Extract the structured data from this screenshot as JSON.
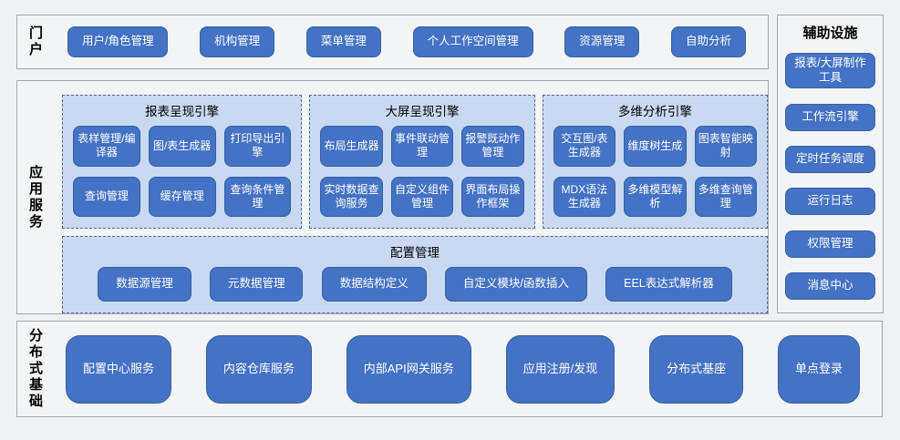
{
  "colors": {
    "accent_blue": "#4472c4",
    "panel_light_blue": "#c8d9f1",
    "panel_dash_border": "#54698e",
    "section_border": "#a6a6a6",
    "background": "#f0f1f2",
    "button_text": "#ffffff"
  },
  "sections": {
    "portal": {
      "label": "门户",
      "buttons": [
        "用户/角色管理",
        "机构管理",
        "菜单管理",
        "个人工作空间管理",
        "资源管理",
        "自助分析"
      ]
    },
    "app_services": {
      "label": "应用服务",
      "engines": [
        {
          "title": "报表呈现引擎",
          "buttons": [
            "表样管理/编译器",
            "图/表生成器",
            "打印导出引擎",
            "查询管理",
            "缓存管理",
            "查询条件管理"
          ]
        },
        {
          "title": "大屏呈现引擎",
          "buttons": [
            "布局生成器",
            "事件联动管理",
            "报警既动作管理",
            "实时数据查询服务",
            "自定义组件管理",
            "界面布局操作框架"
          ]
        },
        {
          "title": "多维分析引擎",
          "buttons": [
            "交互图/表生成器",
            "维度树生成",
            "图表智能映射",
            "MDX语法生成器",
            "多维模型解析",
            "多维查询管理"
          ]
        }
      ],
      "config": {
        "title": "配置管理",
        "buttons": [
          "数据源管理",
          "元数据管理",
          "数据结构定义",
          "自定义模块/函数插入",
          "EEL表达式解析器"
        ]
      }
    },
    "distributed": {
      "label": "分布式基础",
      "buttons": [
        "配置中心服务",
        "内容仓库服务",
        "内部API网关服务",
        "应用注册/发现",
        "分布式基座",
        "单点登录"
      ]
    },
    "auxiliary": {
      "title": "辅助设施",
      "buttons": [
        "报表/大屏制作工具",
        "工作流引擎",
        "定时任务调度",
        "运行日志",
        "权限管理",
        "消息中心"
      ]
    }
  }
}
